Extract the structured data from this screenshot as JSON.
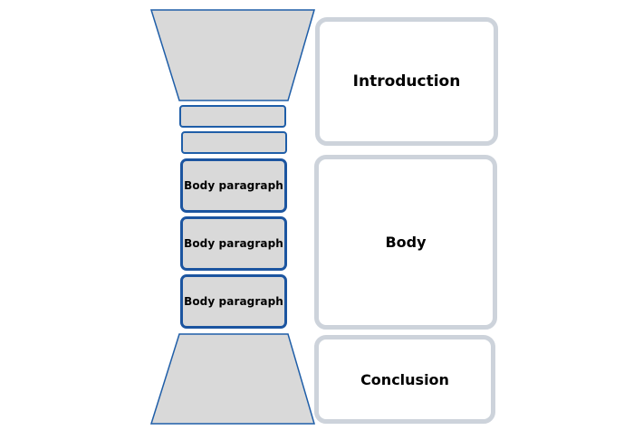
{
  "sections": {
    "introduction": "Introduction",
    "body": "Body",
    "conclusion": "Conclusion"
  },
  "body_paragraphs": [
    "Body paragraph",
    "Body paragraph",
    "Body paragraph"
  ],
  "colors": {
    "shape_fill": "#d9d9d9",
    "shape_outline": "#1f5ea8",
    "section_border": "#cdd3db"
  }
}
